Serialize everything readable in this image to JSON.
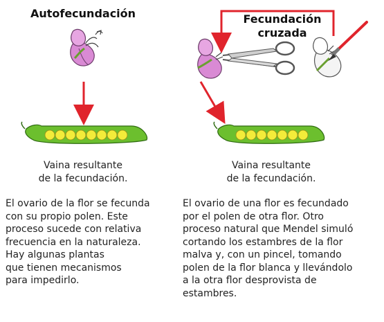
{
  "left_panel": {
    "title": "Autofecundación",
    "caption": "Vaina resultante\nde la fecundación.",
    "description": "El ovario de la flor se fecunda\ncon su propio polen. Este\nproceso sucede con relativa\nfrecuencia en la naturaleza.\nHay algunas plantas\nque tienen mecanismos\npara impedirlo."
  },
  "right_panel": {
    "title_line1": "Fecundación",
    "title_line2": "cruzada",
    "caption": "Vaina resultante\nde la fecundación.",
    "description": "El ovario de una flor es fecundado\npor el polen de otra flor. Otro\nproceso natural que Mendel simuló\ncortando los estambres de la flor\nmalva y, con un pincel, tomando\npolen de la flor blanca y llevándolo\na la otra flor desprovista de\nestambres."
  },
  "colors": {
    "arrow": "#e0242c",
    "pod": "#6cbf2e",
    "pea": "#f3ec3a",
    "purple_petal": "#d98ad4",
    "white_petal": "#f4f4f4"
  }
}
